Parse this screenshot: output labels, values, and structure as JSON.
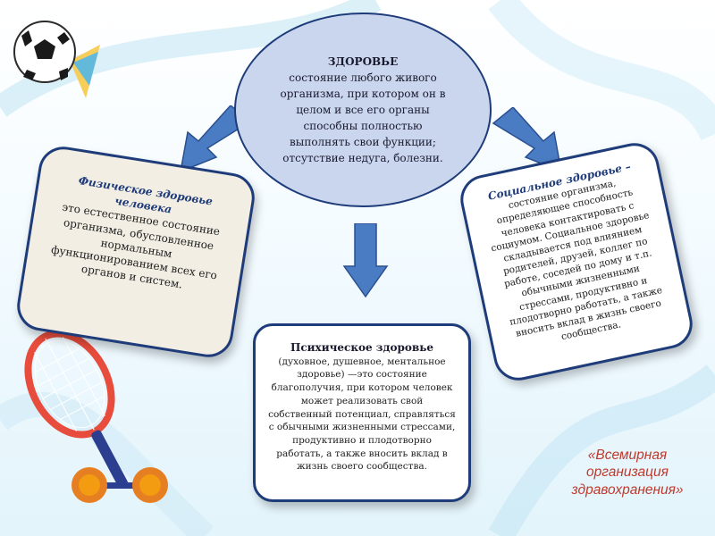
{
  "center": {
    "title": "ЗДОРОВЬЕ",
    "text": "состояние любого живого организма, при котором он в целом и все его органы способны полностью выполнять свои функции; отсутствие недуга, болезни."
  },
  "physical": {
    "title": "Физическое здоровье человека",
    "text": "это естественное состояние организма, обусловленное нормальным функционированием всех его органов и систем."
  },
  "social": {
    "title": "Социальное здоровье –",
    "text": "состояние организма, определяющее способность человека контактировать с социумом. Социальное здоровье складывается под влиянием родителей, друзей, коллег по работе, соседей по дому и т.п. обычными жизненными стрессами, продуктивно и плодотворно работать, а также вносить вклад в жизнь своего сообщества."
  },
  "mental": {
    "title": "Психическое здоровье",
    "text": "(духовное, душевное, ментальное здоровье) —это состояние благополучия, при котором человек может реализовать свой собственный потенциал, справляться с обычными жизненными стрессами, продуктивно и плодотворно работать, а также вносить вклад в жизнь своего сообщества."
  },
  "attribution": "«Всемирная организация здравохранения»",
  "colors": {
    "arrow": "#4a7cc4",
    "border": "#1f3c7a",
    "attribution": "#c0392b"
  }
}
